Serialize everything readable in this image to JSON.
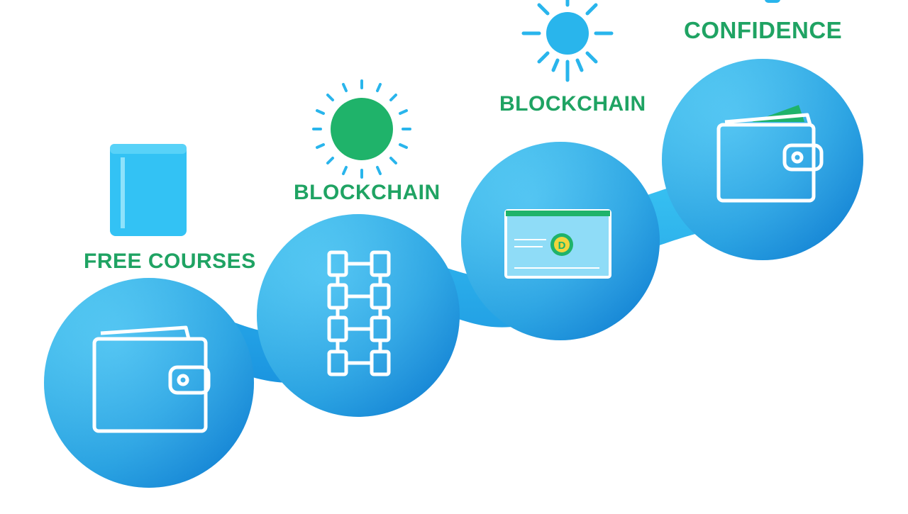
{
  "steps": [
    {
      "label": "FREE COURSES",
      "decoration": "book-icon",
      "content": "wallet-icon"
    },
    {
      "label": "BLOCKCHAIN",
      "decoration": "sun-icon",
      "content": "chain-blocks-icon"
    },
    {
      "label": "BLOCKCHAIN",
      "decoration": "sun-icon",
      "content": "crypto-screen-icon"
    },
    {
      "label": "CONFIDENCE",
      "decoration": "sun-icon",
      "content": "wallet-icon"
    }
  ],
  "coin_symbol": "D",
  "colors": {
    "label": "#1fa363",
    "sun_green": "#1fb36a",
    "sun_blue": "#29b5ec",
    "circle_light": "#2fc0f2",
    "circle_dark": "#1487dd",
    "book": "#33c2f4"
  }
}
